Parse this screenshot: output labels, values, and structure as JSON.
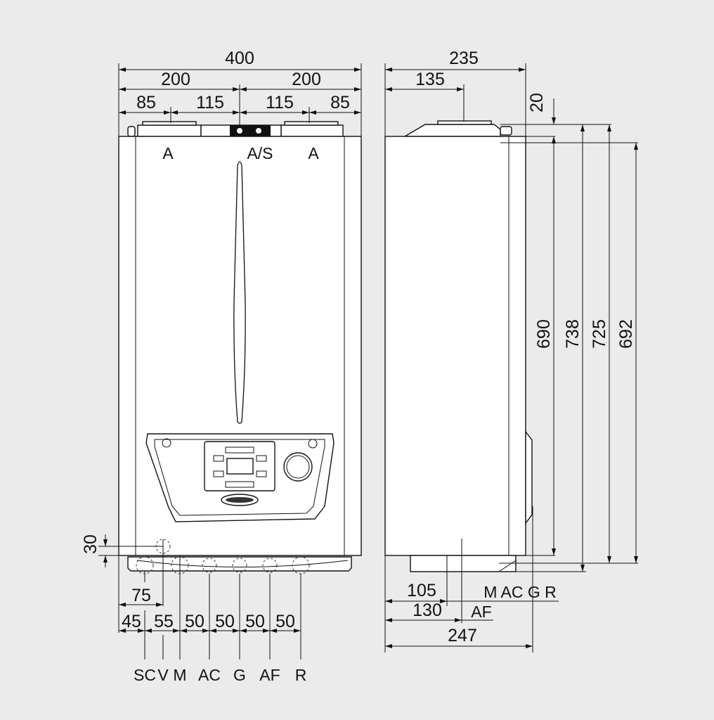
{
  "front_view": {
    "dims": {
      "overall_width": "400",
      "half_left": "200",
      "half_right": "200",
      "edge_left": "85",
      "inner_left": "115",
      "inner_right": "115",
      "edge_right": "85",
      "bottom_offset": "30",
      "v_offset": "75",
      "sc_offset": "45",
      "v_spacing": "55",
      "m_spacing": "50",
      "ac_spacing": "50",
      "g_spacing": "50",
      "af_spacing": "50"
    },
    "top_labels": [
      "A",
      "A/S",
      "A"
    ],
    "connections": [
      "SC",
      "V",
      "M",
      "AC",
      "G",
      "AF",
      "R"
    ]
  },
  "side_view": {
    "dims": {
      "depth": "235",
      "flue_offset": "135",
      "top_offset": "20",
      "height_690": "690",
      "height_738": "738",
      "height_725": "725",
      "height_692": "692",
      "m_ac_g_r_depth": "105",
      "af_depth": "130",
      "total_depth": "247"
    },
    "labels": {
      "m_ac_g_r": "M AC G R",
      "af": "AF"
    }
  }
}
